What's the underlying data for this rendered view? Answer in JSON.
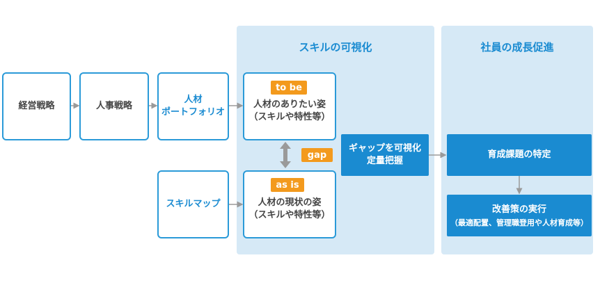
{
  "panels": {
    "visualization_title": "スキルの可視化",
    "growth_title": "社員の成長促進"
  },
  "flow": {
    "management_strategy": "経営戦略",
    "hr_strategy": "人事戦略",
    "talent_portfolio": [
      "人材",
      "ポートフォリオ"
    ],
    "skill_map": "スキルマップ"
  },
  "to_be": {
    "tag": "to be",
    "lines": [
      "人材のありたい姿",
      "（スキルや特性等）"
    ]
  },
  "as_is": {
    "tag": "as is",
    "lines": [
      "人材の現状の姿",
      "（スキルや特性等）"
    ]
  },
  "gap_tag": "gap",
  "gap_box": [
    "ギャップを可視化",
    "定量把握"
  ],
  "development_issue": "育成課題の特定",
  "improvement": {
    "title": "改善策の実行",
    "sub": "（最適配置、管理職登用や人材育成等）"
  },
  "colors": {
    "accent_blue": "#1a8bd1",
    "panel_bg": "#d6e9f6",
    "tag_orange": "#f39a1d",
    "connector_gray": "#9a9a9a"
  }
}
